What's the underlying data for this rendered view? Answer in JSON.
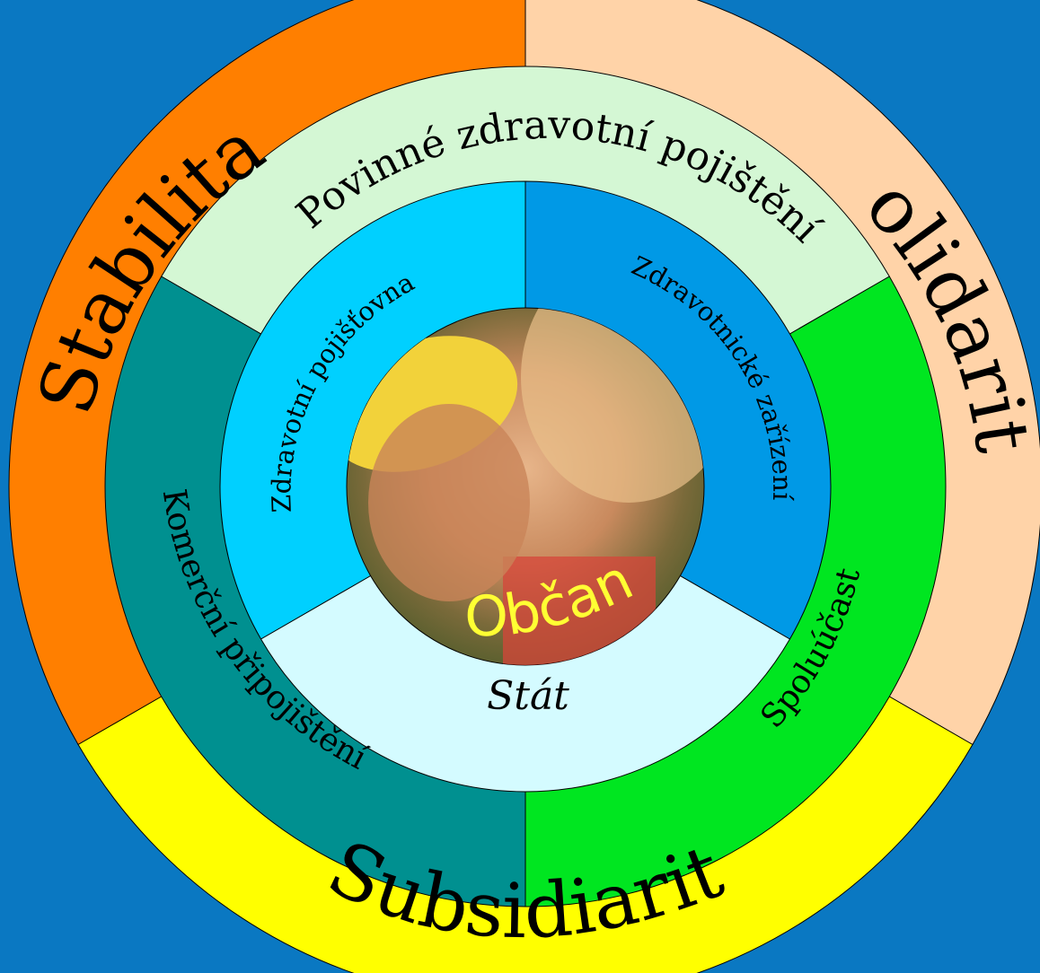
{
  "outer_ring": [
    {
      "label": "Stabilita",
      "color": "#ff7f00"
    },
    {
      "label": "Solidarita",
      "color": "#ffd3a8"
    },
    {
      "label": "Subsidiarita",
      "color": "#ffff00"
    }
  ],
  "middle_ring": [
    {
      "label": "Povinné zdravotní pojištění",
      "color": "#d4f7d4"
    },
    {
      "label": "Spoluúčast",
      "color": "#00e620"
    },
    {
      "label": "Komerční připojištění",
      "color": "#009090"
    }
  ],
  "inner_ring": [
    {
      "label": "Zdravotní pojišťovna",
      "color": "#00d0ff"
    },
    {
      "label": "Zdravotnické zařízení",
      "color": "#0099e6"
    },
    {
      "label": "Stát",
      "color": "#d4fbff"
    }
  ],
  "center": {
    "label": "Občan"
  }
}
